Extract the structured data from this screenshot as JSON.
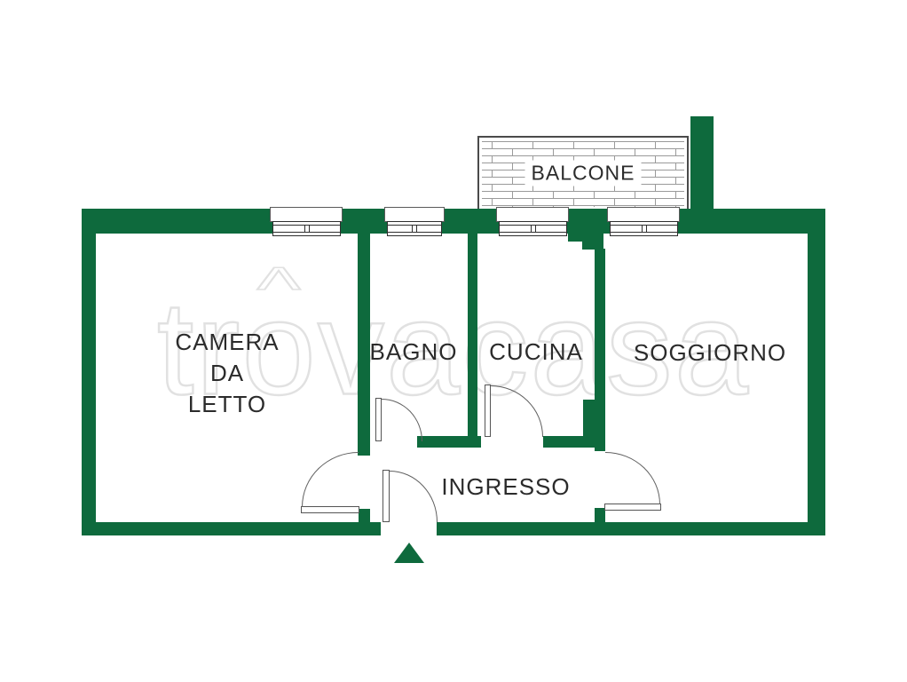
{
  "colors": {
    "wall_green": "#0e6a3d",
    "plan_line": "#4a4a4a",
    "label_text": "#2b2b2b",
    "background": "#ffffff",
    "watermark_gray": "#bcbcbc"
  },
  "floorplan": {
    "rooms": [
      {
        "id": "camera_da_letto",
        "label": "CAMERA\nDA\nLETTO"
      },
      {
        "id": "bagno",
        "label": "BAGNO"
      },
      {
        "id": "cucina",
        "label": "CUCINA"
      },
      {
        "id": "soggiorno",
        "label": "SOGGIORNO"
      },
      {
        "id": "ingresso",
        "label": "INGRESSO"
      },
      {
        "id": "balcone",
        "label": "BALCONE"
      }
    ],
    "entrance_arrow": {
      "direction": "up"
    },
    "watermark": {
      "prefix": "tr",
      "o": "o",
      "roof": "^",
      "suffix": "vacasa"
    }
  }
}
